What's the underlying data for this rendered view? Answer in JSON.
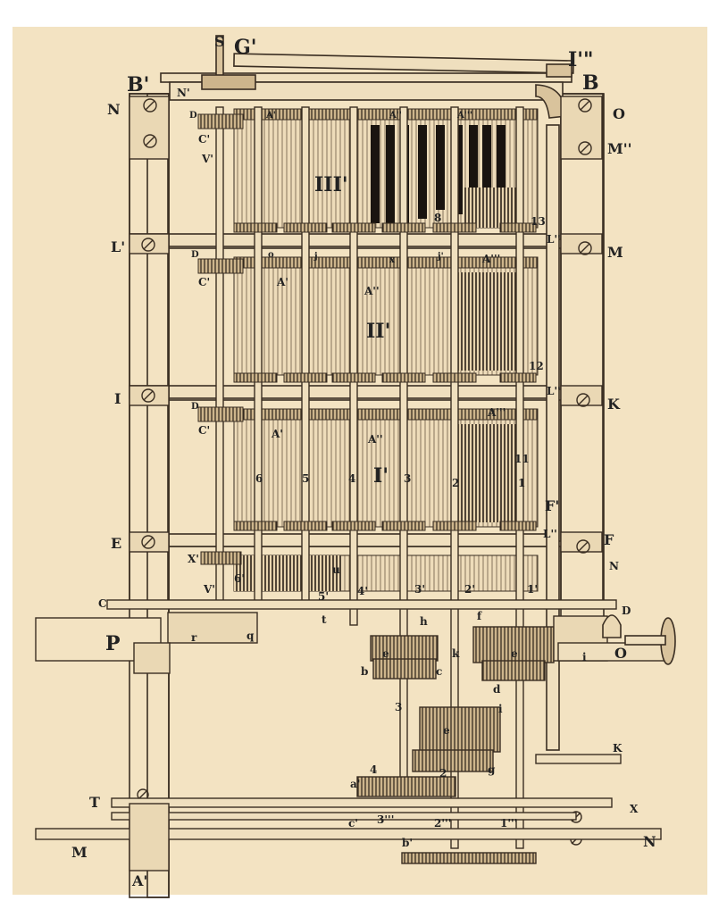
{
  "colors": {
    "paper": "#f3e3c2",
    "ink": "#3a2e22",
    "dark": "#1a1410"
  },
  "icons": [
    "screw-icon",
    "crank-handle-icon",
    "gear-icon"
  ],
  "frame_labels": {
    "top_left_B": "B'",
    "top_right_B": "B",
    "G": "G'",
    "S": "S",
    "I_top": "I'\"",
    "N_left": "N",
    "N_inner": "N'",
    "O_right": "O",
    "M_right_top": "M''",
    "L_left": "L'",
    "M_right": "M",
    "L_right": "L''",
    "I_left": "I",
    "K_right": "K",
    "L_right2": "L''",
    "E_left": "E",
    "F_right": "F",
    "F_inner": "F'",
    "L_low": "L''",
    "N_mid": "N",
    "C_left": "C",
    "D_right": "D",
    "O_right2": "O",
    "P_box": "P",
    "K_low": "K",
    "T_left": "T",
    "X_right": "X",
    "M_low": "M",
    "N_low": "N",
    "A_bottom": "A'"
  },
  "section_labels": {
    "III": "III'",
    "II": "II'",
    "I": "I'"
  },
  "part_labels": {
    "D1": "D",
    "C1": "C'",
    "V1": "V'",
    "D2": "D",
    "C2": "C'",
    "D3": "D",
    "C3": "C'",
    "X1": "X'",
    "V2": "V'",
    "A1": "A'",
    "A2": "A''",
    "A3": "A'''",
    "A4": "A'",
    "A5": "A''",
    "A6": "A'''",
    "A7": "A'",
    "A8": "A''",
    "A9": "A'''",
    "ix": "x",
    "j1": "j",
    "j2": "j'",
    "o1": "o",
    "n13": "13",
    "n12": "12",
    "n11": "11",
    "n8": "8",
    "col6": "6",
    "col5": "5",
    "col4": "4",
    "col3": "3",
    "col2": "2",
    "col1": "1",
    "g6": "6'",
    "g5": "5'",
    "g4": "4'",
    "g3": "3'",
    "g2": "2'",
    "g1": "1'",
    "h1": "h",
    "e1": "e",
    "e2": "e",
    "e3": "e",
    "b1": "b",
    "c1": "c",
    "d1": "d",
    "f1": "f",
    "i1": "i",
    "i2": "i",
    "k1": "k",
    "g_low": "g",
    "n3low": "3",
    "n4low": "4",
    "n2low": "2",
    "a_low": "a'",
    "c_low": "c'",
    "b_low": "b'",
    "n3ppp": "3'''",
    "n2ppp": "2'''",
    "n1ppp": "1'''",
    "t1": "t",
    "r1": "r",
    "q1": "q",
    "u1": "u"
  }
}
